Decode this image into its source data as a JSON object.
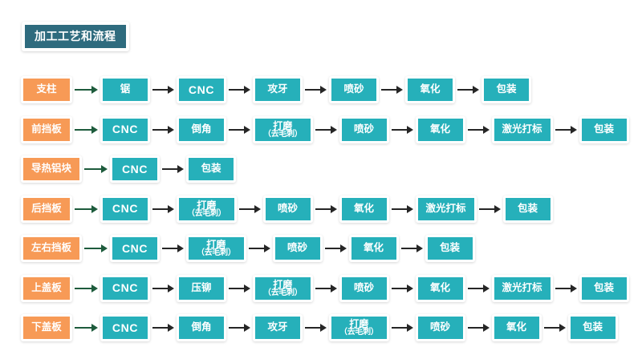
{
  "title": {
    "text": "加工工艺和流程"
  },
  "colors": {
    "title_bg": "#2e6b7e",
    "start_node": "#f79a56",
    "step_node": "#26b0ba",
    "arrow": "#262626",
    "first_arrow": "#1d5b3c",
    "background": "#ffffff"
  },
  "flow": {
    "rows": [
      {
        "start": "支柱",
        "steps": [
          "锯",
          "CNC",
          "攻牙",
          "喷砂",
          "氧化",
          "包装"
        ]
      },
      {
        "start": "前挡板",
        "steps": [
          "CNC",
          "倒角",
          "打磨\n（去毛刺）",
          "喷砂",
          "氧化",
          "激光打标",
          "包装"
        ]
      },
      {
        "start": "导热铝块",
        "steps": [
          "CNC",
          "包装"
        ]
      },
      {
        "start": "后挡板",
        "steps": [
          "CNC",
          "打磨\n（去毛刺）",
          "喷砂",
          "氧化",
          "激光打标",
          "包装"
        ]
      },
      {
        "start": "左右挡板",
        "steps": [
          "CNC",
          "打磨\n（去毛刺）",
          "喷砂",
          "氧化",
          "包装"
        ]
      },
      {
        "start": "上盖板",
        "steps": [
          "CNC",
          "压铆",
          "打磨\n（去毛刺）",
          "喷砂",
          "氧化",
          "激光打标",
          "包装"
        ]
      },
      {
        "start": "下盖板",
        "steps": [
          "CNC",
          "倒角",
          "攻牙",
          "打磨\n（去毛刺）",
          "喷砂",
          "氧化",
          "包装"
        ]
      }
    ]
  }
}
